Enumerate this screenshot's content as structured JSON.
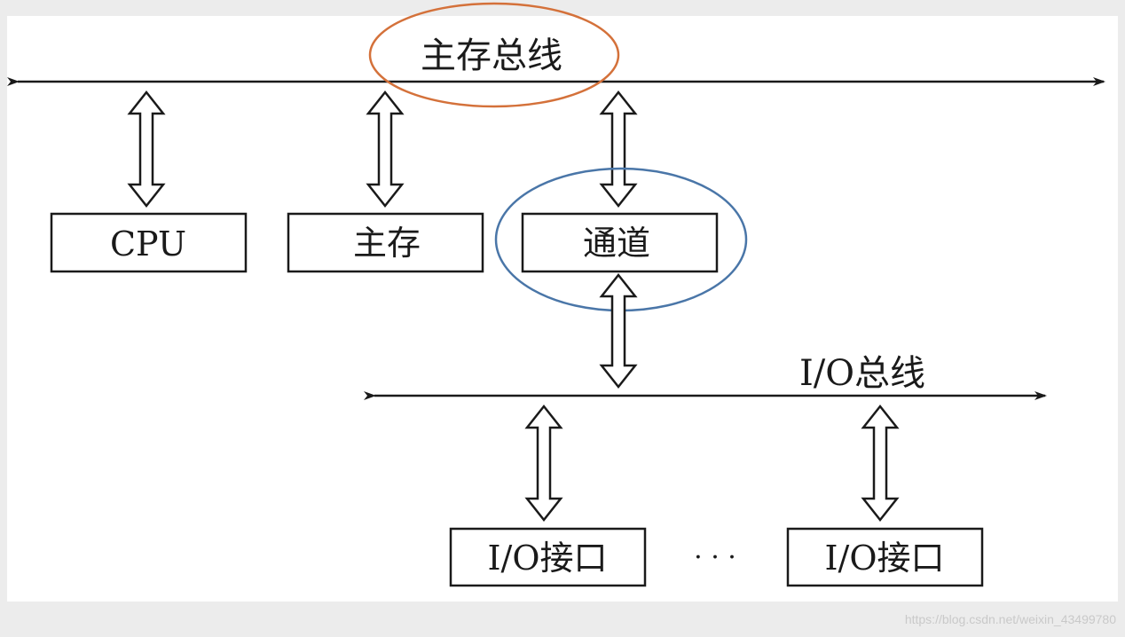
{
  "diagram": {
    "bus_main_label": "主存总线",
    "bus_io_label": "I/O总线",
    "nodes": {
      "cpu": "CPU",
      "main_memory": "主存",
      "channel": "通道",
      "io_interface_1": "I/O接口",
      "io_interface_2": "I/O接口",
      "ellipsis": "· · ·"
    },
    "colors": {
      "highlight_bus": "#d4713a",
      "highlight_channel": "#4a76a8",
      "line": "#1a1a1a"
    }
  },
  "watermark": "https://blog.csdn.net/weixin_43499780"
}
